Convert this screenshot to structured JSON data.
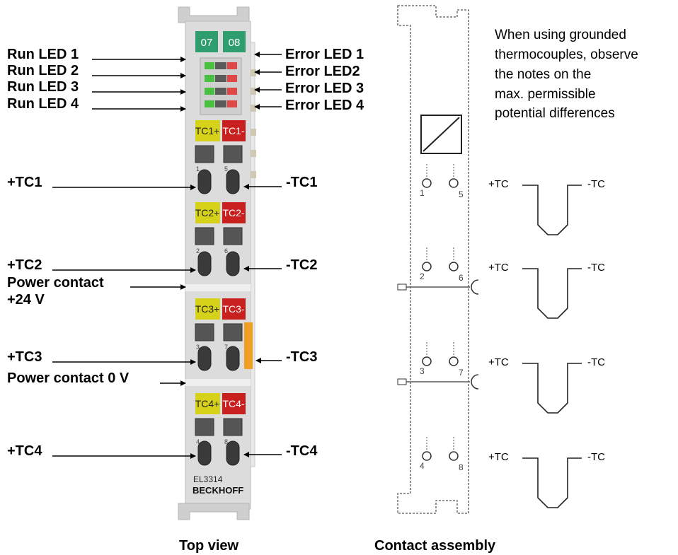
{
  "labels_left": {
    "run_led_1": "Run LED 1",
    "run_led_2": "Run LED 2",
    "run_led_3": "Run LED 3",
    "run_led_4": "Run LED 4",
    "tc1_plus": "+TC1",
    "tc2_plus": "+TC2",
    "power_contact_line1": "Power contact",
    "power_contact_line2": "+24 V",
    "tc3_plus": "+TC3",
    "power_contact_0v": "Power contact 0 V",
    "tc4_plus": "+TC4"
  },
  "labels_right": {
    "error_led_1": "Error LED 1",
    "error_led_2": "Error LED2",
    "error_led_3": "Error LED 3",
    "error_led_4": "Error LED 4",
    "tc1_minus": "-TC1",
    "tc2_minus": "-TC2",
    "tc3_minus": "-TC3",
    "tc4_minus": "-TC4"
  },
  "module": {
    "channel_a": "07",
    "channel_b": "08",
    "tags": [
      {
        "plus": "TC1+",
        "minus": "TC1-"
      },
      {
        "plus": "TC2+",
        "minus": "TC2-"
      },
      {
        "plus": "TC3+",
        "minus": "TC3-"
      },
      {
        "plus": "TC4+",
        "minus": "TC4-"
      }
    ],
    "terminal_numbers": [
      "1",
      "5",
      "2",
      "6",
      "3",
      "7",
      "4",
      "8"
    ],
    "model": "EL3314",
    "brand": "BECKHOFF"
  },
  "note": {
    "lines": [
      "When using grounded",
      "thermocouples, observe",
      "the notes on the",
      "max. permissible",
      "potential differences"
    ]
  },
  "contact_assembly": {
    "pins": [
      {
        "left": "1",
        "right": "5"
      },
      {
        "left": "2",
        "right": "6"
      },
      {
        "left": "3",
        "right": "7"
      },
      {
        "left": "4",
        "right": "8"
      }
    ],
    "thermocouples": [
      {
        "plus": "+TC",
        "minus": "-TC"
      },
      {
        "plus": "+TC",
        "minus": "-TC"
      },
      {
        "plus": "+TC",
        "minus": "-TC"
      },
      {
        "plus": "+TC",
        "minus": "-TC"
      }
    ]
  },
  "captions": {
    "top_view": "Top view",
    "contact_assembly": "Contact assembly"
  },
  "colors": {
    "module_body": "#dcdcdc",
    "channel_green": "#2e9e6e",
    "tag_yellow": "#d6d21a",
    "tag_red": "#c8201e",
    "power_orange": "#f0a020",
    "led_green": "#48c040",
    "led_red": "#e04848"
  }
}
